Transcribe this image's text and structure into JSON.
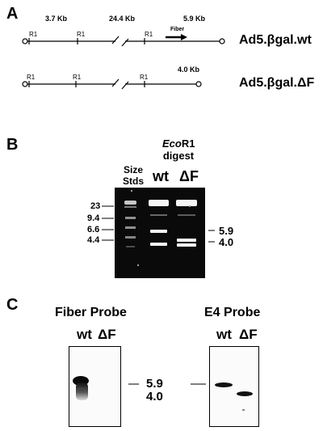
{
  "panel_a": {
    "letter": "A",
    "wt_map": {
      "name": "Ad5.βgal.wt",
      "segment_sizes": [
        "3.7 Kb",
        "24.4 Kb",
        "5.9 Kb"
      ],
      "site_labels": [
        "R1",
        "R1",
        "R1"
      ],
      "gene_label": "Fiber"
    },
    "df_map": {
      "name": "Ad5.βgal.ΔF",
      "segment_sizes": [
        "4.0 Kb"
      ],
      "site_labels": [
        "R1",
        "R1",
        "R1"
      ]
    }
  },
  "panel_b": {
    "letter": "B",
    "digest_enzyme_italic": "Eco",
    "digest_enzyme_rest": "R1",
    "digest_word": "digest",
    "size_std_label_1": "Size",
    "size_std_label_2": "Stds",
    "lane_wt": "wt",
    "lane_df": "ΔF",
    "left_markers": [
      "23",
      "9.4",
      "6.6",
      "4.4"
    ],
    "right_markers": [
      "5.9",
      "4.0"
    ]
  },
  "panel_c": {
    "letter": "C",
    "fiber_probe_title": "Fiber Probe",
    "e4_probe_title": "E4 Probe",
    "fiber_lanes": [
      "wt",
      "ΔF"
    ],
    "e4_lanes": [
      "wt",
      "ΔF"
    ],
    "markers": [
      "5.9",
      "4.0"
    ]
  }
}
